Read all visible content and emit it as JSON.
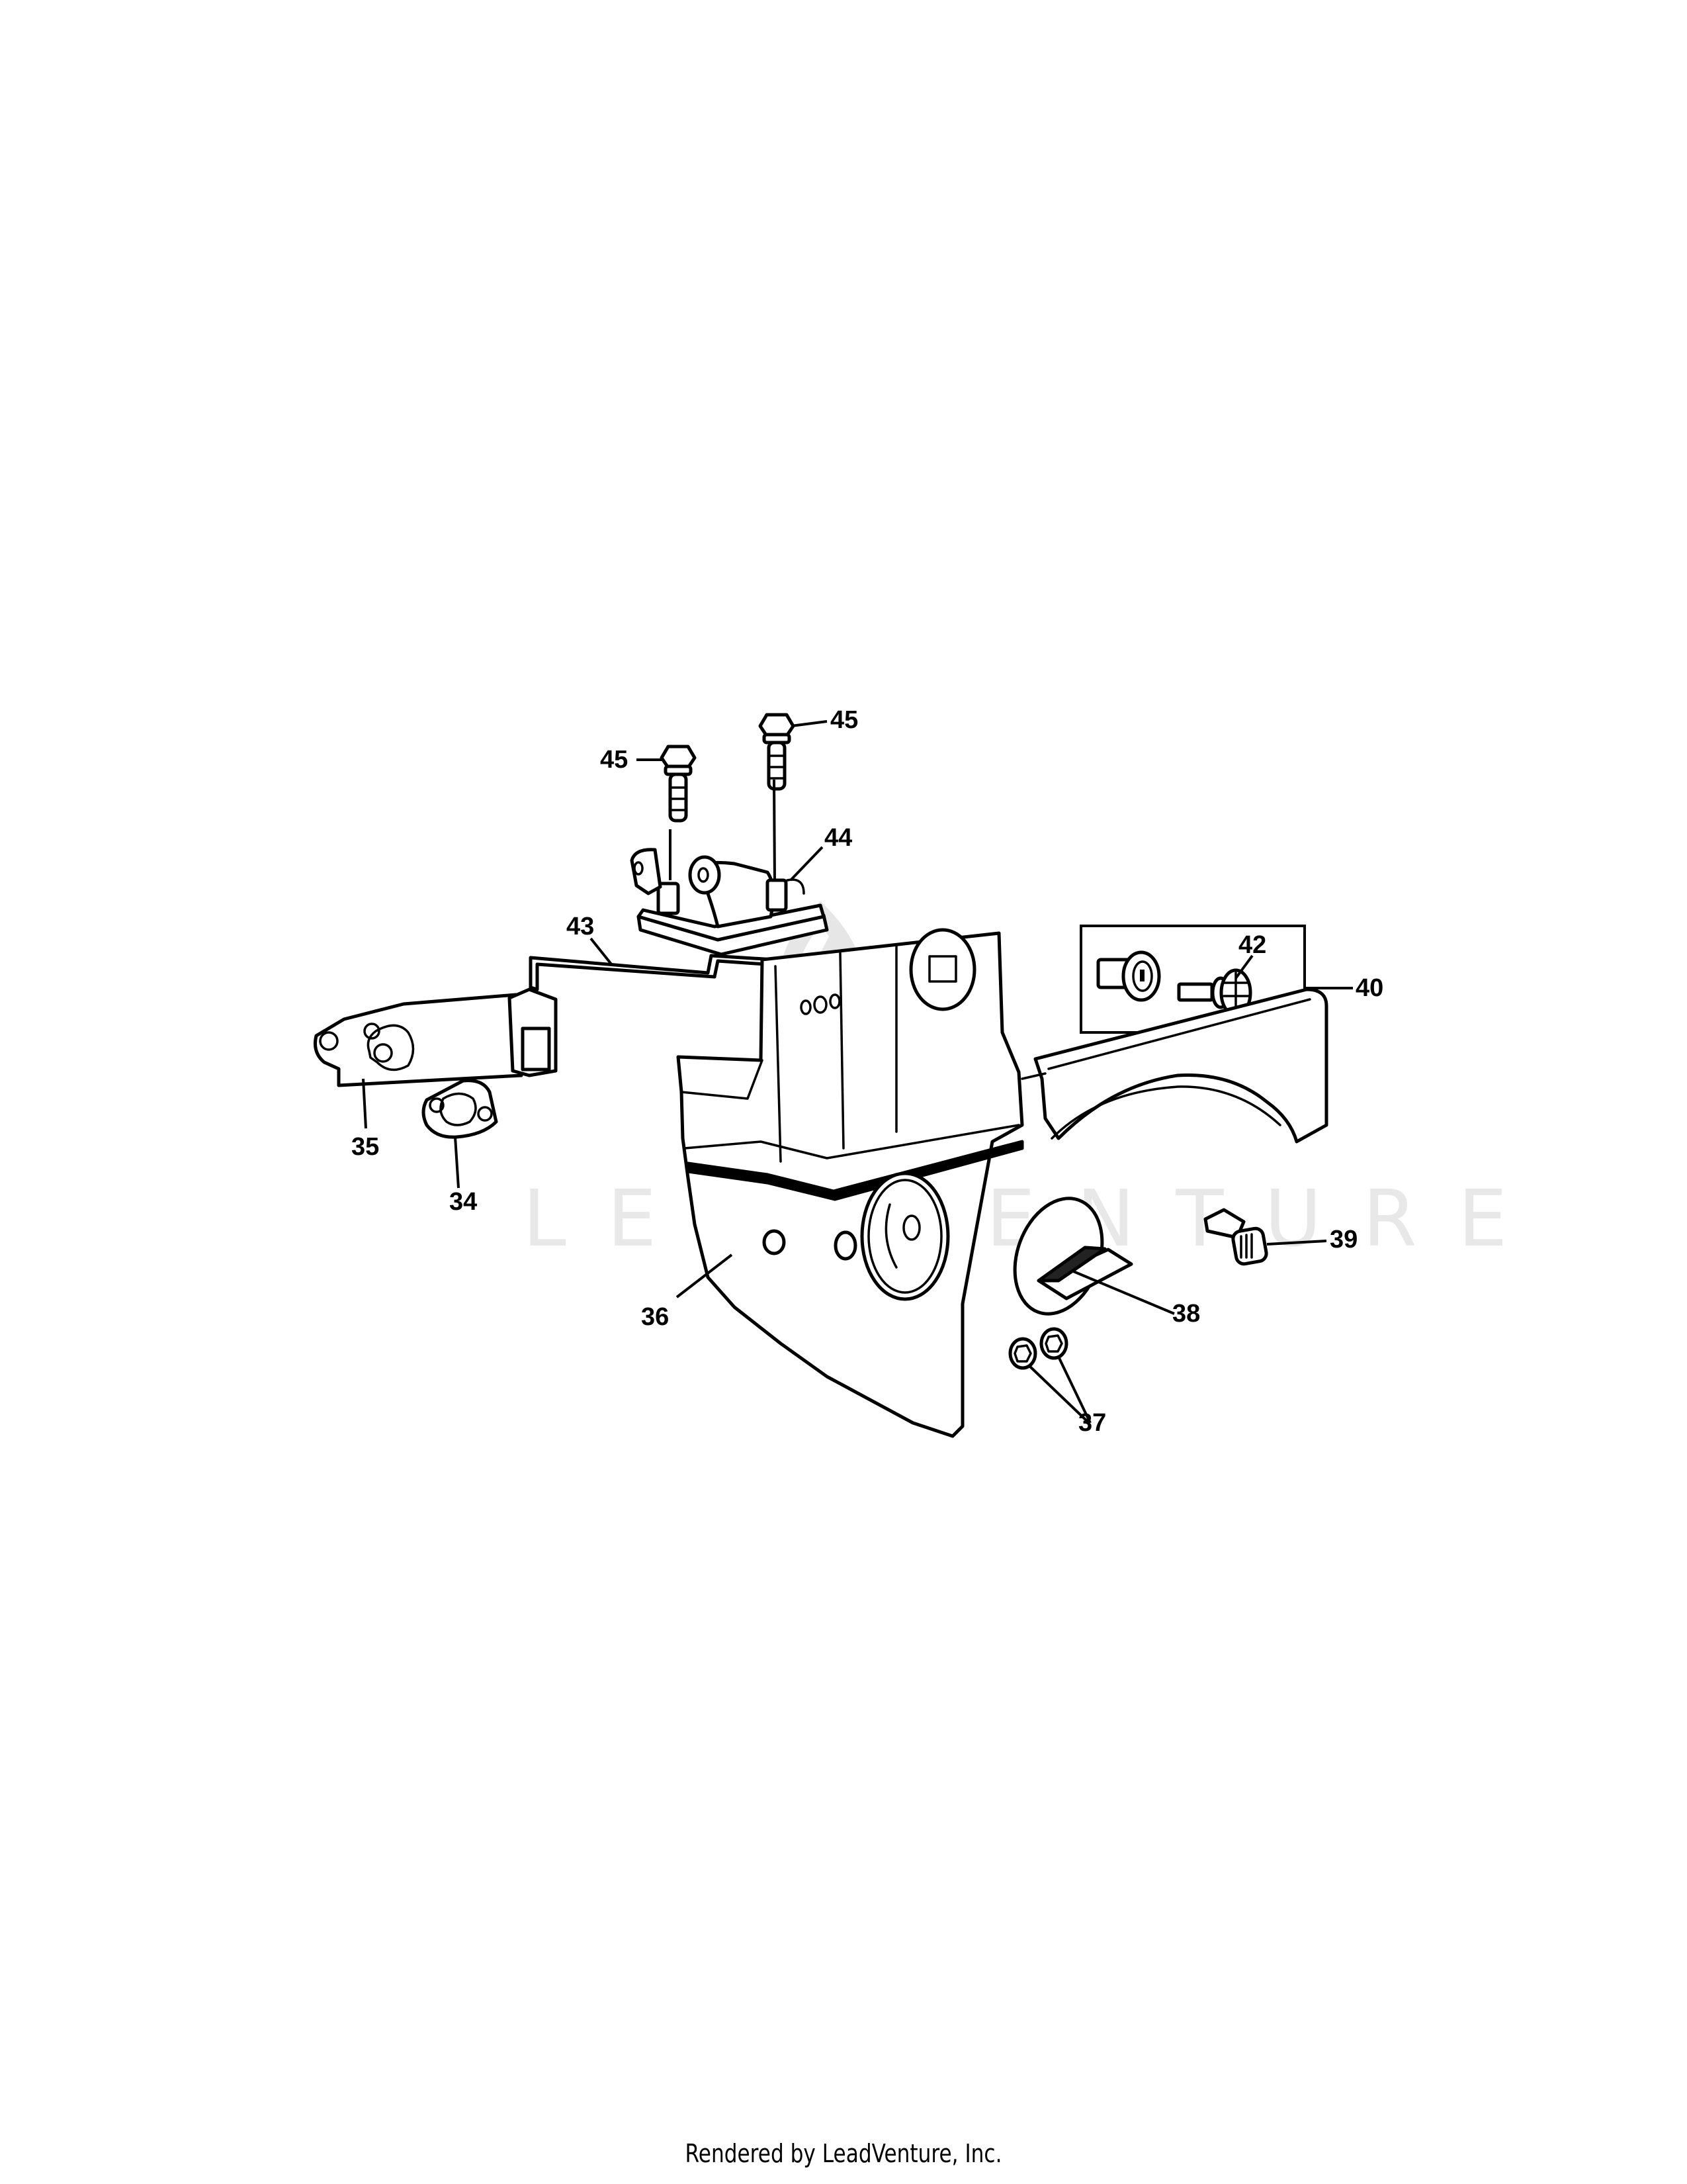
{
  "diagram": {
    "type": "exploded-parts-view",
    "watermark": "LEADVENTURE",
    "callouts": [
      {
        "id": "45a",
        "label": "45",
        "part": "bolt"
      },
      {
        "id": "45b",
        "label": "45",
        "part": "bolt"
      },
      {
        "id": "44",
        "label": "44",
        "part": "control-box-cover"
      },
      {
        "id": "43",
        "label": "43",
        "part": "wire-rod"
      },
      {
        "id": "42",
        "label": "42",
        "part": "ignition-key"
      },
      {
        "id": "40",
        "label": "40",
        "part": "ignition-switch-assembly"
      },
      {
        "id": "35",
        "label": "35",
        "part": "carburetor-bracket"
      },
      {
        "id": "34",
        "label": "34",
        "part": "gasket"
      },
      {
        "id": "36",
        "label": "36",
        "part": "engine-shroud"
      },
      {
        "id": "39",
        "label": "39",
        "part": "key"
      },
      {
        "id": "38",
        "label": "38",
        "part": "choke-knob"
      },
      {
        "id": "37",
        "label": "37",
        "part": "nuts"
      }
    ]
  },
  "footer": {
    "text": "Rendered by LeadVenture, Inc."
  }
}
